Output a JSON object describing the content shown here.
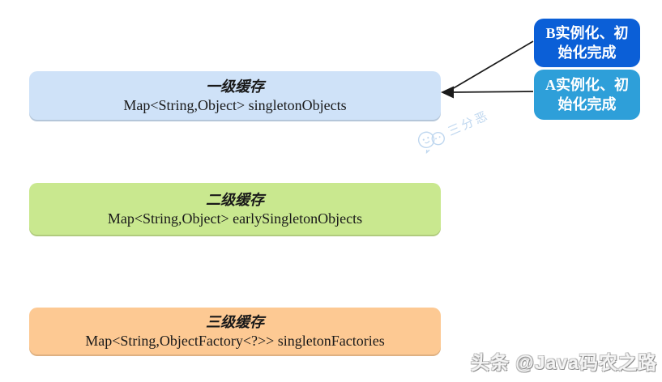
{
  "diagram": {
    "caches": [
      {
        "title": "一级缓存",
        "code": "Map<String,Object> singletonObjects",
        "bg": "#cfe2f8"
      },
      {
        "title": "二级缓存",
        "code": "Map<String,Object> earlySingletonObjects",
        "bg": "#c9e88f"
      },
      {
        "title": "三级缓存",
        "code": "Map<String,ObjectFactory<?>> singletonFactories",
        "bg": "#fdc993"
      }
    ],
    "events": [
      {
        "lines": [
          "B实例化、初",
          "始化完成"
        ],
        "bg": "#0b5fd7"
      },
      {
        "lines": [
          "A实例化、初",
          "始化完成"
        ],
        "bg": "#2e9fd9"
      }
    ]
  },
  "watermark": {
    "text": "三分恶",
    "color": "#b9d3ee"
  },
  "footer": {
    "text": "头条 @Java码农之路"
  }
}
